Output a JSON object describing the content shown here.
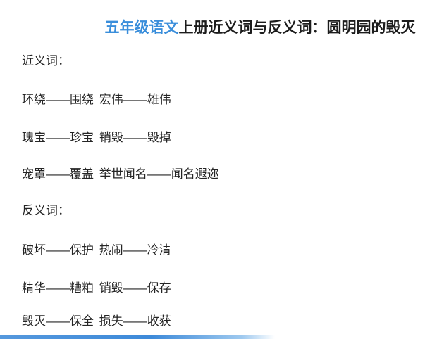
{
  "page": {
    "background": "#ffffff",
    "text_color": "#252525",
    "title_highlight_color": "#3a8edb",
    "accent_bar_color": "#3d8ad9"
  },
  "title": {
    "highlight": "五年级语文",
    "rest": "上册近义词与反义词：圆明园的毁灭"
  },
  "sections": [
    {
      "heading": "近义词：",
      "lines": [
        "环绕——围绕 宏伟——雄伟",
        "瑰宝——珍宝 销毁——毁掉",
        "宠罩——覆盖 举世闻名——闻名遐迩"
      ]
    },
    {
      "heading": "反义词：",
      "lines": [
        "破坏——保护 热闹——冷清",
        "精华——糟粕 销毁——保存",
        "毁灭——保全 损失——收获"
      ]
    }
  ]
}
